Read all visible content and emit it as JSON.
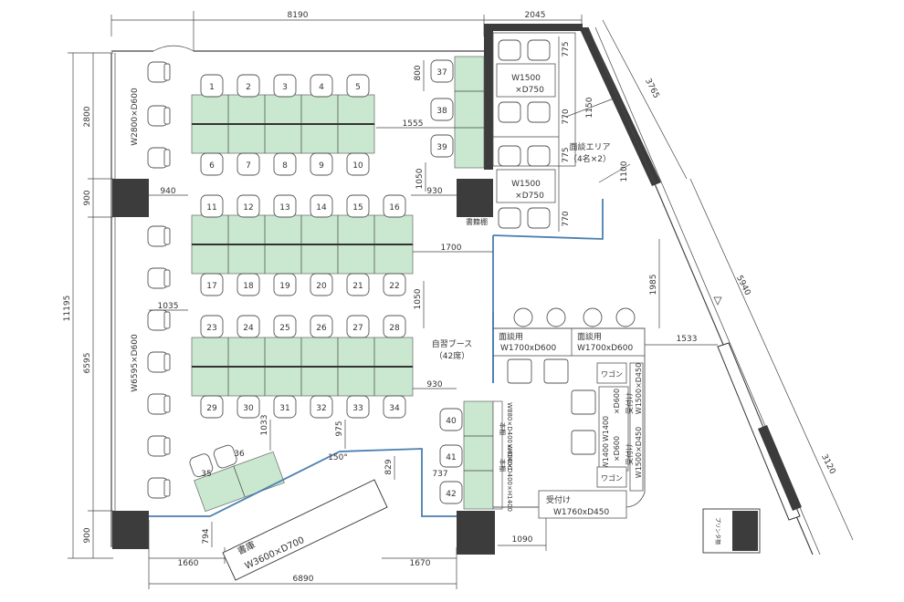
{
  "dims": {
    "top_width": "8190",
    "top_right": "2045",
    "left_total": "11195",
    "left_upper": "2800",
    "left_mid": "900",
    "left_lower": "6595",
    "left_bottom": "900",
    "bottom_total": "6890",
    "bottom_left": "1660",
    "bottom_mid": "1670",
    "bottom_right": "1090",
    "row_gap_800": "800",
    "aisle_1555": "1555",
    "gap_1050_a": "1050",
    "gap_940": "940",
    "gap_930_a": "930",
    "aisle_1700": "1700",
    "gap_1050_b": "1050",
    "gap_1035": "1035",
    "gap_930_b": "930",
    "gap_1033": "1033",
    "gap_975": "975",
    "angle_150": "150°",
    "gap_829": "829",
    "gap_737": "737",
    "gap_794": "794",
    "r_775_a": "775",
    "r_770_a": "770",
    "r_1150": "1150",
    "r_775_b": "775",
    "r_1100": "1100",
    "r_770_b": "770",
    "r_1985": "1985",
    "r_1533": "1533",
    "diag_3765": "3765",
    "diag_5940": "5940",
    "diag_3120": "3120"
  },
  "labels": {
    "cabinet_upper_left": "W2800×D600",
    "cabinet_lower_left": "W6595×D600",
    "book_shelf": "書籍棚",
    "self_study": "自習ブース",
    "self_study_seats": "（42席）",
    "interview_area": "面談エリア",
    "interview_capacity": "（4名×2）",
    "interview_table_1": "W1500",
    "interview_table_1b": "×D750",
    "interview_table_2": "W1500",
    "interview_table_2b": "×D750",
    "counter_1_title": "面談用",
    "counter_1_size": "W1700xD600",
    "counter_2_title": "面談用",
    "counter_2_size": "W1700xD600",
    "wagon_1": "ワゴン",
    "wagon_2": "ワゴン",
    "desk_a": "W1400",
    "desk_a2": "×D600",
    "desk_b": "W1400",
    "desk_b2": "×D600",
    "reception_label_1": "受付け",
    "reception_size_1": "W1500×D450",
    "reception_label_2": "受付け",
    "reception_size_2": "W1500×D450",
    "reception_main": "受付け",
    "reception_main_size": "W1760xD450",
    "storage_vertical": "本棚",
    "storage_vertical_size": "W880×D400×H1400",
    "storage_vertical_2": "本棚",
    "storage_vertical_2_size": "W880×D400×H1400",
    "archive_title": "書庫",
    "archive_size": "W3600×D700",
    "printer": "プリンタ棚"
  },
  "seat_numbers": {
    "row1": [
      "1",
      "2",
      "3",
      "4",
      "5"
    ],
    "row2": [
      "6",
      "7",
      "8",
      "9",
      "10"
    ],
    "row3": [
      "11",
      "12",
      "13",
      "14",
      "15",
      "16"
    ],
    "row4": [
      "17",
      "18",
      "19",
      "20",
      "21",
      "22"
    ],
    "row5": [
      "23",
      "24",
      "25",
      "26",
      "27",
      "28"
    ],
    "row6": [
      "29",
      "30",
      "31",
      "32",
      "33",
      "34"
    ],
    "col_a": [
      "37",
      "38",
      "39"
    ],
    "col_b": [
      "40",
      "41",
      "42"
    ],
    "angled": [
      "35",
      "36"
    ]
  }
}
